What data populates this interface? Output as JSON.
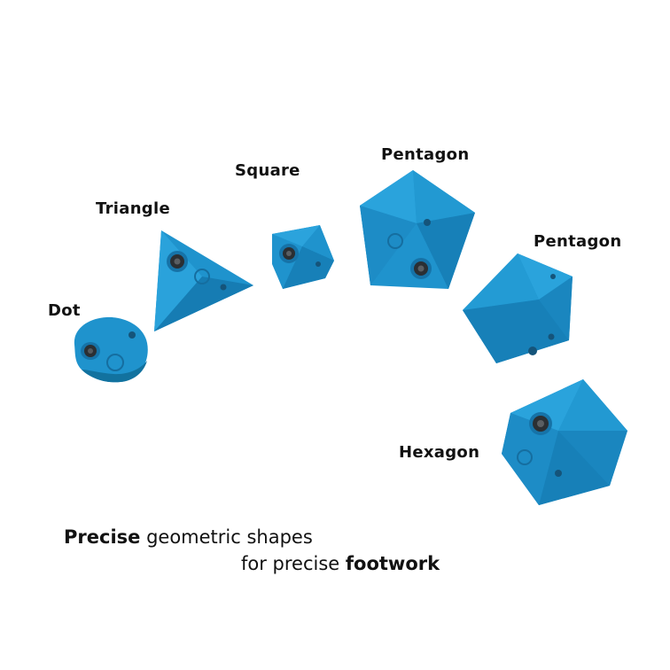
{
  "colors": {
    "hold_light": "#2f9fd6",
    "hold_mid": "#1a86c0",
    "hold_dark": "#10659a",
    "bolt": "#2b2f33",
    "text": "#111111",
    "background": "#ffffff"
  },
  "holds": [
    {
      "name": "Dot",
      "shape": "dot"
    },
    {
      "name": "Triangle",
      "shape": "triangle"
    },
    {
      "name": "Square",
      "shape": "square"
    },
    {
      "name": "Pentagon",
      "shape": "pentagon"
    },
    {
      "name": "Pentagon",
      "shape": "pentagon"
    },
    {
      "name": "Hexagon",
      "shape": "hexagon"
    }
  ],
  "tagline": {
    "line1_bold": "Precise",
    "line1_rest": "geometric shapes",
    "line2_rest": "for precise",
    "line2_bold": "footwork"
  }
}
